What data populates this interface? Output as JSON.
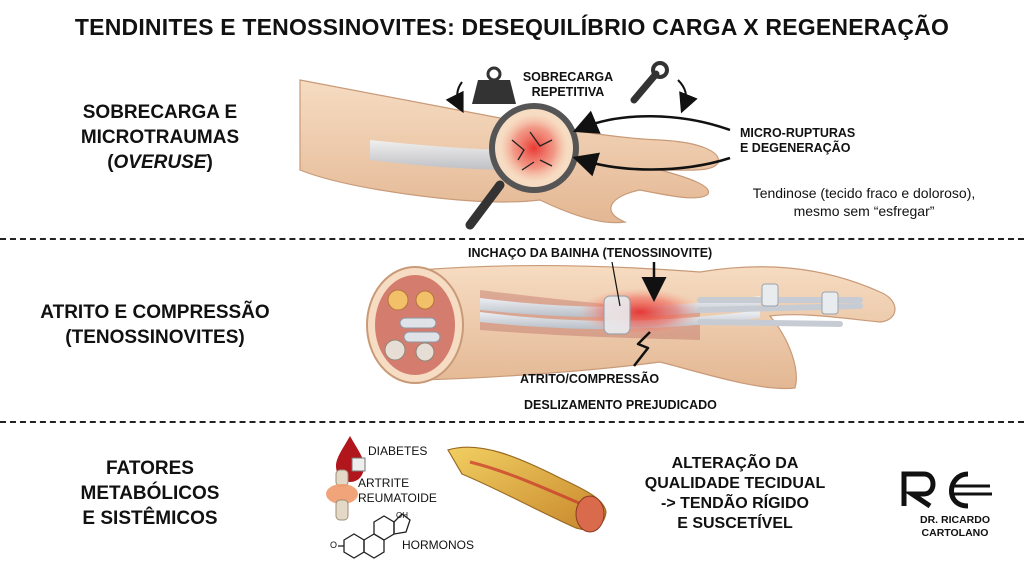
{
  "title": "TENDINITES E TENOSSINOVITES: DESEQUILÍBRIO CARGA X REGENERAÇÃO",
  "section1": {
    "label_line1": "SOBRECARGA E",
    "label_line2": "MICROTRAUMAS",
    "label_line3": "OVERUSE",
    "load_label_line1": "SOBRECARGA",
    "load_label_line2": "REPETITIVA",
    "damage_label_line1": "MICRO-RUPTURAS",
    "damage_label_line2": "E DEGENERAÇÃO",
    "note_line1": "Tendinose (tecido fraco e doloroso),",
    "note_line2": "mesmo sem “esfregar”"
  },
  "section2": {
    "label_line1": "ATRITO E COMPRESSÃO",
    "label_line2": "(TENOSSINOVITES)",
    "swelling_label": "INCHAÇO DA BAINHA (TENOSSINOVITE)",
    "friction_label": "ATRITO/COMPRESSÃO",
    "gliding_label": "DESLIZAMENTO PREJUDICADO"
  },
  "section3": {
    "label_line1": "FATORES",
    "label_line2": "METABÓLICOS",
    "label_line3": "E SISTÊMICOS",
    "factor_diabetes": "DIABETES",
    "factor_arthritis_line1": "ARTRITE",
    "factor_arthritis_line2": "REUMATOIDE",
    "factor_hormones": "HORMONOS",
    "molecule_oh": "OH",
    "molecule_o": "O",
    "result_line1": "ALTERAÇÃO DA",
    "result_line2": "QUALIDADE TECIDUAL",
    "result_line3": "-> TENDÃO RÍGIDO",
    "result_line4": "E SUSCETÍVEL"
  },
  "brand": {
    "logo_text": "RC",
    "name_line1": "DR. RICARDO",
    "name_line2": "CARTOLANO"
  },
  "colors": {
    "skin": "#f3d3b6",
    "skin_shadow": "#dcae8a",
    "inflammation": "#e8403a",
    "tendon": "#d9dde3",
    "muscle": "#c85a55",
    "fat": "#e8b84a",
    "ink": "#111111"
  }
}
